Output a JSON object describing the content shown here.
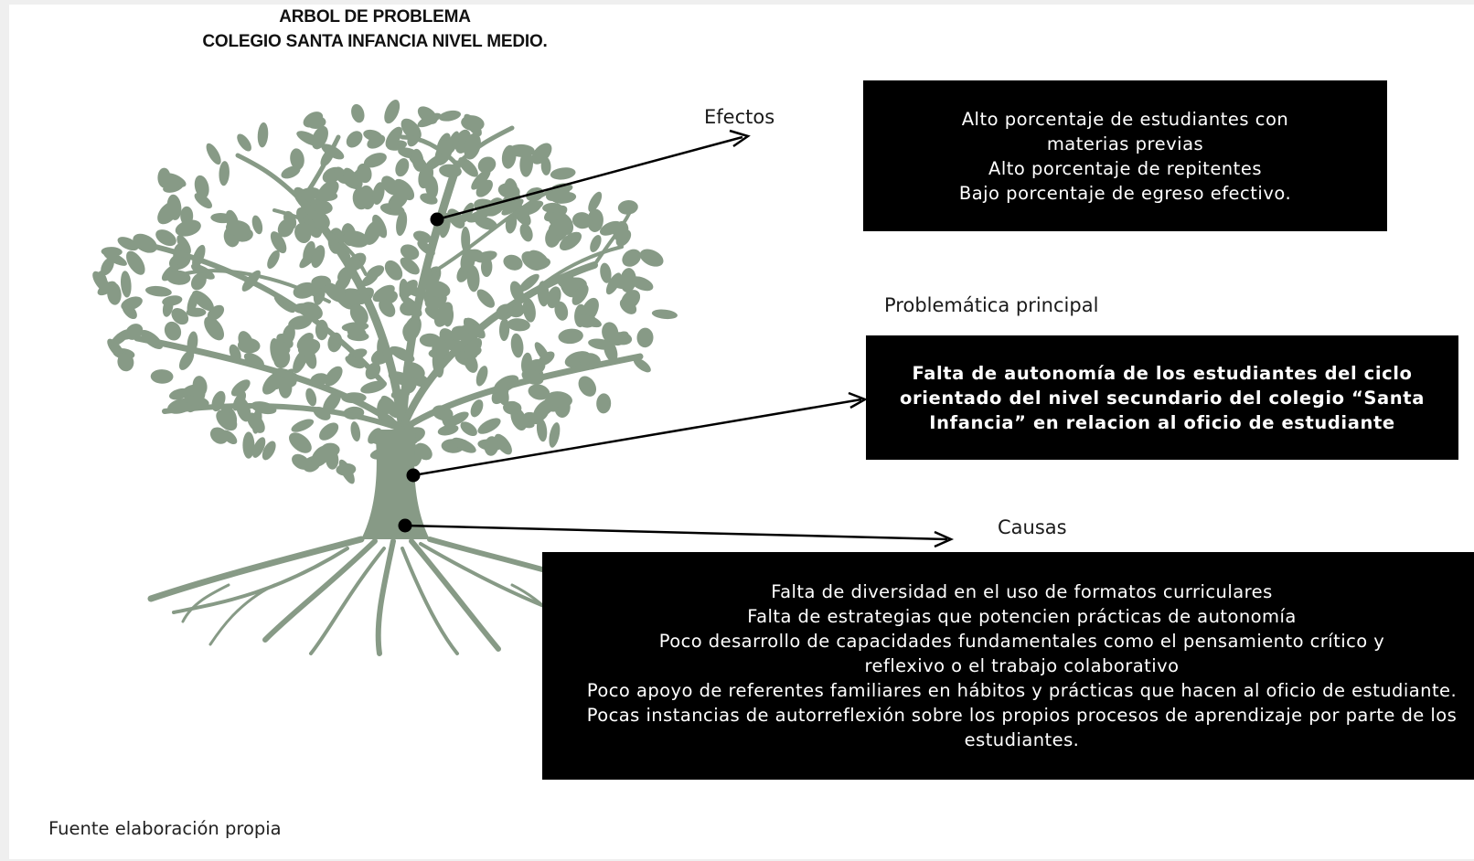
{
  "title": {
    "line1": "ARBOL DE PROBLEMA",
    "line2": "COLEGIO SANTA INFANCIA NIVEL MEDIO."
  },
  "effects": {
    "label": "Efectos",
    "items": [
      "Alto porcentaje de estudiantes con materias previas",
      "Alto porcentaje de repitentes",
      "Bajo porcentaje de egreso efectivo."
    ]
  },
  "problem": {
    "label": "Problemática principal",
    "text": "Falta de autonomía de los estudiantes del ciclo orientado del nivel secundario del colegio “Santa Infancia” en relacion al oficio de estudiante"
  },
  "causes": {
    "label": "Causas",
    "items": [
      "Falta de diversidad en el uso de formatos curriculares",
      "Falta de estrategias que potencien prácticas de autonomía",
      "Poco desarrollo de capacidades fundamentales como el pensamiento crítico y reflexivo o el trabajo colaborativo",
      "Poco apoyo de referentes familiares en hábitos y prácticas que hacen al oficio de estudiante.",
      "Pocas instancias de autorreflexión sobre los propios procesos de aprendizaje por parte de los estudiantes."
    ]
  },
  "source": "Fuente elaboración propia",
  "colors": {
    "tree": "#879a86",
    "box_bg": "#000000",
    "box_text": "#ffffff",
    "arrow": "#000000"
  },
  "icons": {
    "tree": "tree-illustration-icon"
  }
}
